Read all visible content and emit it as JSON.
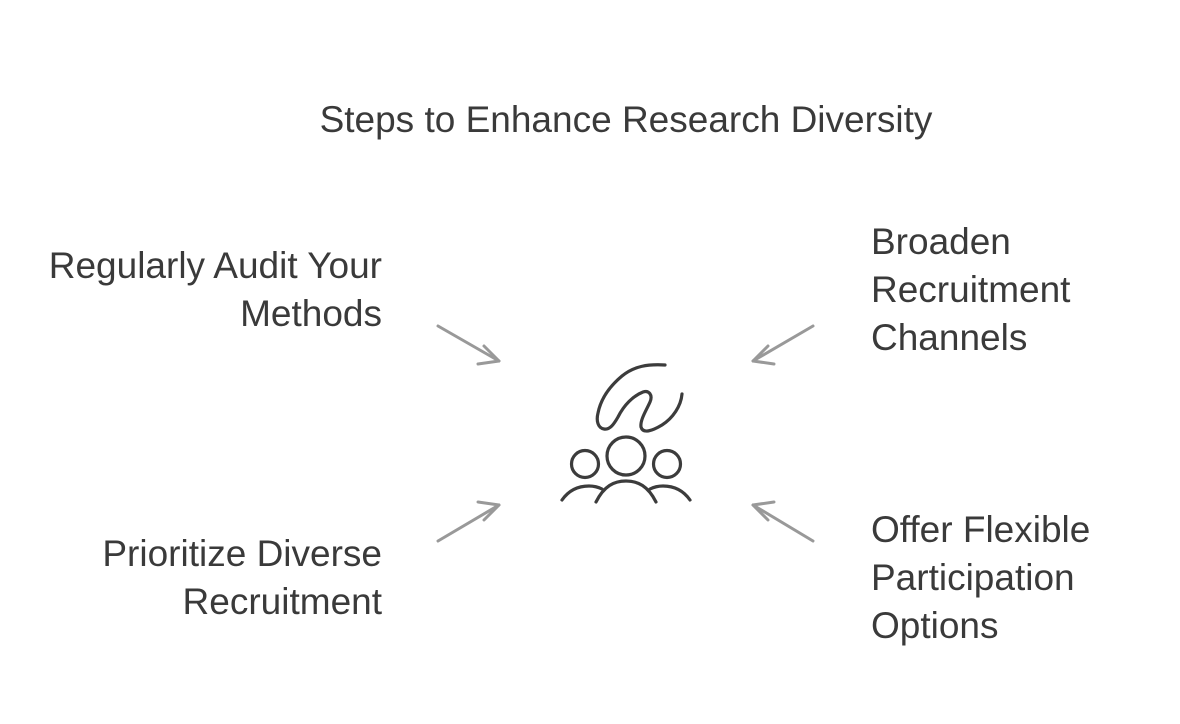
{
  "diagram": {
    "title": "Steps to Enhance Research Diversity",
    "center_icon": "hand-over-group-icon",
    "items": [
      {
        "position": "top-left",
        "text": "Regularly Audit Your\nMethods"
      },
      {
        "position": "top-right",
        "text": "Broaden\nRecruitment\nChannels"
      },
      {
        "position": "bottom-left",
        "text": "Prioritize Diverse\nRecruitment"
      },
      {
        "position": "bottom-right",
        "text": "Offer Flexible\nParticipation\nOptions"
      }
    ],
    "colors": {
      "text": "#3a3a3a",
      "arrow": "#999999",
      "icon": "#3c3c3c",
      "background": "#ffffff"
    }
  }
}
